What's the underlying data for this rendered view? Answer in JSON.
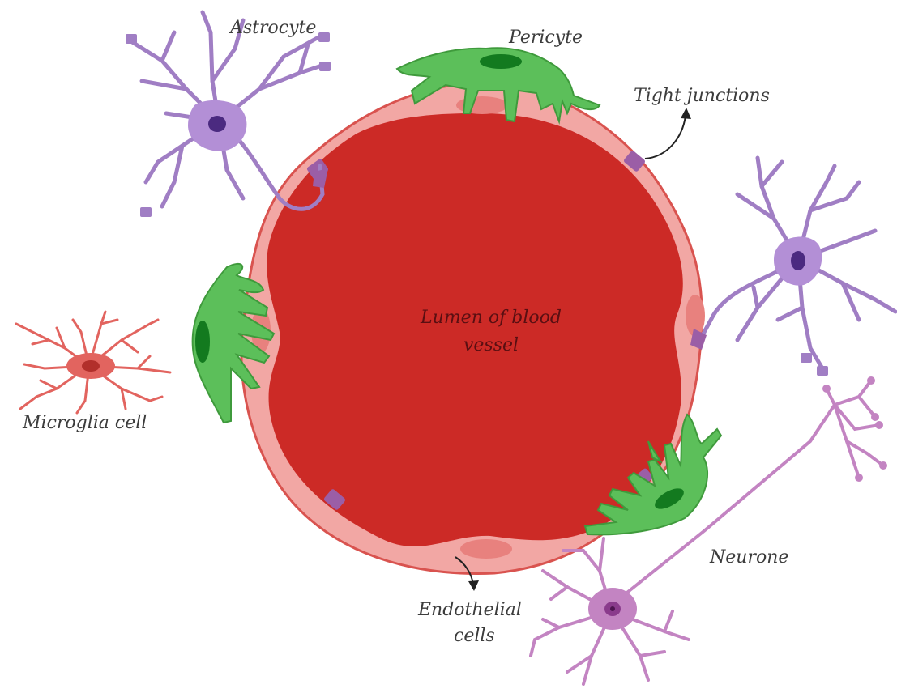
{
  "labels": {
    "astrocyte": "Astrocyte",
    "pericyte": "Pericyte",
    "tight_junctions": "Tight junctions",
    "lumen_line1": "Lumen of blood",
    "lumen_line2": "vessel",
    "microglia": "Microglia cell",
    "neurone": "Neurone",
    "endothelial_line1": "Endothelial",
    "endothelial_line2": "cells"
  },
  "colors": {
    "lumen": "#cc2a26",
    "endothelium": "#f2a7a4",
    "endothelium_outline": "#d9534f",
    "endothelial_nucleus": "#e8817e",
    "pericyte": "#5cbf5a",
    "pericyte_outline": "#3f9a3c",
    "pericyte_nucleus": "#137a1f",
    "astrocyte": "#a07ec4",
    "astrocyte_nucleus": "#4b2a80",
    "tight_junction": "#9b5ea6",
    "microglia": "#e2645f",
    "neurone": "#c384c2",
    "neurone_nucleus": "#8a3b8c",
    "label_text": "#3c3c3c"
  }
}
